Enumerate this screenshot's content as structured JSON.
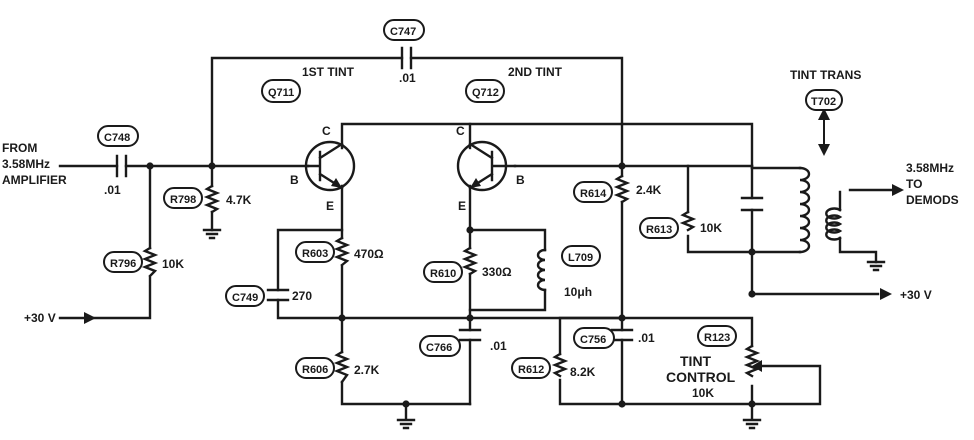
{
  "input": {
    "line1": "FROM",
    "line2": "3.58MHz",
    "line3": "AMPLIFIER"
  },
  "supply": {
    "label": "+30 V",
    "right_label": "+30 V"
  },
  "stages": {
    "first": "1ST TINT",
    "second": "2ND TINT"
  },
  "transformer": {
    "title": "TINT TRANS",
    "ref": "T702"
  },
  "output": {
    "line1": "3.58MHz",
    "line2": "TO",
    "line3": "DEMODS"
  },
  "control": {
    "line1": "TINT",
    "line2": "CONTROL",
    "value": "10K",
    "ref": "R123"
  },
  "pins": {
    "c": "C",
    "b": "B",
    "e": "E"
  },
  "components": {
    "C747": {
      "ref": "C747",
      "value": ".01"
    },
    "C748": {
      "ref": "C748",
      "value": ".01"
    },
    "Q711": {
      "ref": "Q711"
    },
    "Q712": {
      "ref": "Q712"
    },
    "R798": {
      "ref": "R798",
      "value": "4.7K"
    },
    "R796": {
      "ref": "R796",
      "value": "10K"
    },
    "R603": {
      "ref": "R603",
      "value": "470Ω"
    },
    "C749": {
      "ref": "C749",
      "value": "270"
    },
    "R606": {
      "ref": "R606",
      "value": "2.7K"
    },
    "R610": {
      "ref": "R610",
      "value": "330Ω"
    },
    "L709": {
      "ref": "L709",
      "value": "10μh"
    },
    "C766": {
      "ref": "C766",
      "value": ".01"
    },
    "R614": {
      "ref": "R614",
      "value": "2.4K"
    },
    "R613": {
      "ref": "R613",
      "value": "10K"
    },
    "C756": {
      "ref": "C756",
      "value": ".01"
    },
    "R612": {
      "ref": "R612",
      "value": "8.2K"
    }
  }
}
